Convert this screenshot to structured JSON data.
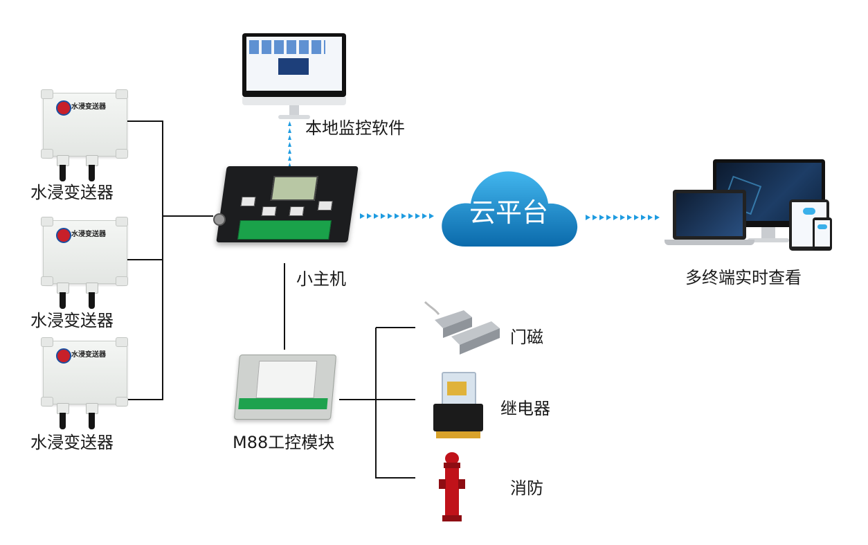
{
  "nodes": {
    "sensor_1": "水浸变送器",
    "sensor_2": "水浸变送器",
    "sensor_3": "水浸变送器",
    "sensor_badge": "水浸变送器",
    "local_software": "本地监控软件",
    "host": "小主机",
    "cloud": "云平台",
    "terminals": "多终端实时查看",
    "module": "M88工控模块",
    "door_magnet": "门磁",
    "relay": "继电器",
    "fire": "消防"
  },
  "colors": {
    "arrow": "#1e9be0",
    "cloud_light": "#3ab0ea",
    "cloud_dark": "#0d6fb0",
    "line": "#111111",
    "hydrant": "#c0121a"
  }
}
